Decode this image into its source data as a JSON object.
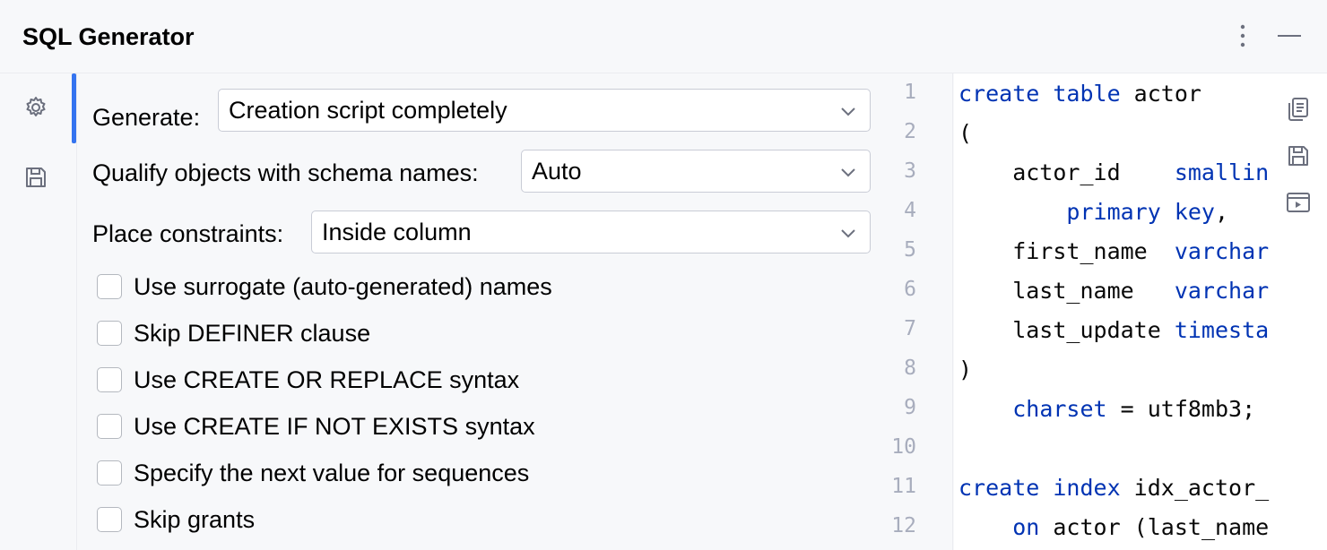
{
  "window": {
    "title": "SQL Generator"
  },
  "header_icons": [
    "more-vertical-icon",
    "minimize-icon"
  ],
  "sidebar": {
    "items": [
      {
        "icon": "gear-icon",
        "active": true
      },
      {
        "icon": "save-icon",
        "active": false
      }
    ]
  },
  "options": {
    "generate": {
      "label": "Generate:",
      "value": "Creation script completely"
    },
    "qualify": {
      "label": "Qualify objects with schema names:",
      "value": "Auto"
    },
    "constraints": {
      "label": "Place constraints:",
      "value": "Inside column"
    },
    "checkboxes": [
      {
        "label": "Use surrogate (auto-generated) names",
        "checked": false
      },
      {
        "label": "Skip DEFINER clause",
        "checked": false
      },
      {
        "label": "Use CREATE OR REPLACE syntax",
        "checked": false
      },
      {
        "label": "Use CREATE IF NOT EXISTS syntax",
        "checked": false
      },
      {
        "label": "Specify the next value for sequences",
        "checked": false
      },
      {
        "label": "Skip grants",
        "checked": false
      }
    ]
  },
  "editor": {
    "line_numbers": [
      "1",
      "2",
      "3",
      "4",
      "5",
      "6",
      "7",
      "8",
      "9",
      "10",
      "11",
      "12"
    ],
    "lines": [
      [
        {
          "t": "create table",
          "k": true
        },
        {
          "t": " actor",
          "k": false
        }
      ],
      [
        {
          "t": "(",
          "k": false
        }
      ],
      [
        {
          "t": "    actor_id    ",
          "k": false
        },
        {
          "t": "smallint",
          "k": true
        }
      ],
      [
        {
          "t": "        ",
          "k": false
        },
        {
          "t": "primary key",
          "k": true
        },
        {
          "t": ",",
          "k": false
        }
      ],
      [
        {
          "t": "    first_name  ",
          "k": false
        },
        {
          "t": "varchar",
          "k": true
        }
      ],
      [
        {
          "t": "    last_name   ",
          "k": false
        },
        {
          "t": "varchar",
          "k": true
        }
      ],
      [
        {
          "t": "    last_update ",
          "k": false
        },
        {
          "t": "timestamp",
          "k": true
        }
      ],
      [
        {
          "t": ")",
          "k": false
        }
      ],
      [
        {
          "t": "    ",
          "k": false
        },
        {
          "t": "charset",
          "k": true
        },
        {
          "t": " = utf8mb3;",
          "k": false
        }
      ],
      [
        {
          "t": "",
          "k": false
        }
      ],
      [
        {
          "t": "create index",
          "k": true
        },
        {
          "t": " idx_actor_last_name",
          "k": false
        }
      ],
      [
        {
          "t": "    ",
          "k": false
        },
        {
          "t": "on",
          "k": true
        },
        {
          "t": " actor (last_name)",
          "k": false
        }
      ]
    ]
  },
  "right_toolbar": [
    "copy-icon",
    "save-icon",
    "run-console-icon"
  ],
  "colors": {
    "accent": "#3574f0",
    "keyword": "#0033b3",
    "line_number": "#a8adbd",
    "background": "#f7f8fa"
  }
}
